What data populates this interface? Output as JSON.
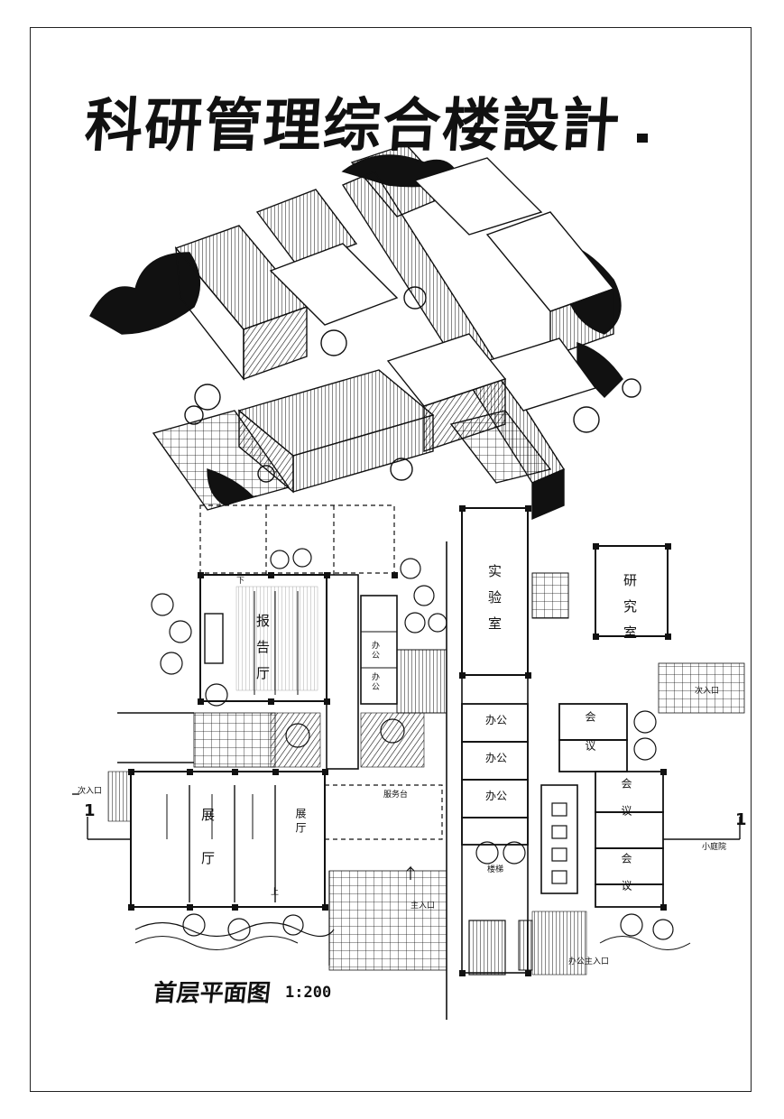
{
  "sheet": {
    "title": "科研管理综合楼設計"
  },
  "plan": {
    "title": "首层平面图",
    "scale": "1:200",
    "section_mark_left": "1",
    "section_mark_right": "1"
  },
  "rooms": {
    "report_hall": "报告厅",
    "lab": "实验室",
    "research": "研究室",
    "exhibition_1": "展 厅",
    "exhibition_2": "展厅",
    "office_a": "办公",
    "office_b": "办公",
    "office_c": "办公",
    "office_d": "办公",
    "office_e": "办公",
    "meeting_a": "会议",
    "meeting_b": "会议",
    "meeting_c": "会议",
    "lobby_label": "服务台",
    "small_garden": "小庭院",
    "stair_label": "楼梯"
  },
  "annotations": {
    "main_entrance": "主入口",
    "office_entrance": "办公主入口",
    "side_entrance": "次入口",
    "secondary_entrance_left": "次入口",
    "up": "上",
    "down": "下"
  }
}
